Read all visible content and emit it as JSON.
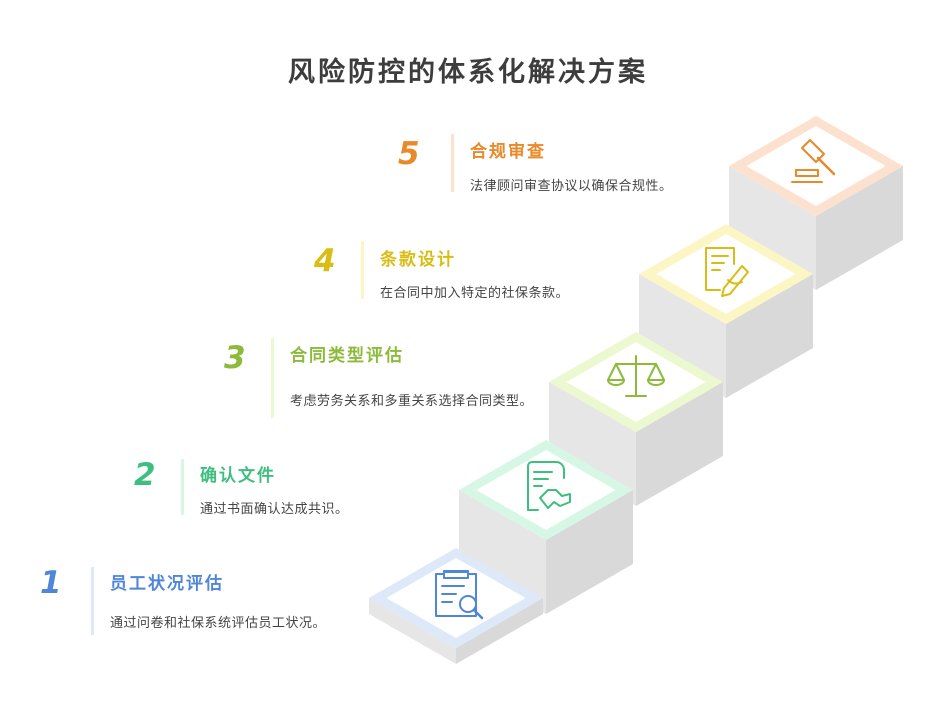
{
  "title": "风险防控的体系化解决方案",
  "steps": [
    {
      "number": "1",
      "title": "员工状况评估",
      "desc": "通过问卷和社保系统评估员工状况。",
      "color": "#4f86d8",
      "tint": "#dde8f9",
      "icon": "clipboard-search-icon"
    },
    {
      "number": "2",
      "title": "确认文件",
      "desc": "通过书面确认达成共识。",
      "color": "#3fbf7f",
      "tint": "#d7f7e6",
      "icon": "document-handshake-icon"
    },
    {
      "number": "3",
      "title": "合同类型评估",
      "desc": "考虑劳务关系和多重关系选择合同类型。",
      "color": "#8cba3a",
      "tint": "#ecf8cf",
      "icon": "scales-icon"
    },
    {
      "number": "4",
      "title": "条款设计",
      "desc": "在合同中加入特定的社保条款。",
      "color": "#d9bd15",
      "tint": "#fcf5c4",
      "icon": "document-pen-icon"
    },
    {
      "number": "5",
      "title": "合规审查",
      "desc": "法律顾问审查协议以确保合规性。",
      "color": "#e8892a",
      "tint": "#fde1cf",
      "icon": "gavel-icon"
    }
  ]
}
